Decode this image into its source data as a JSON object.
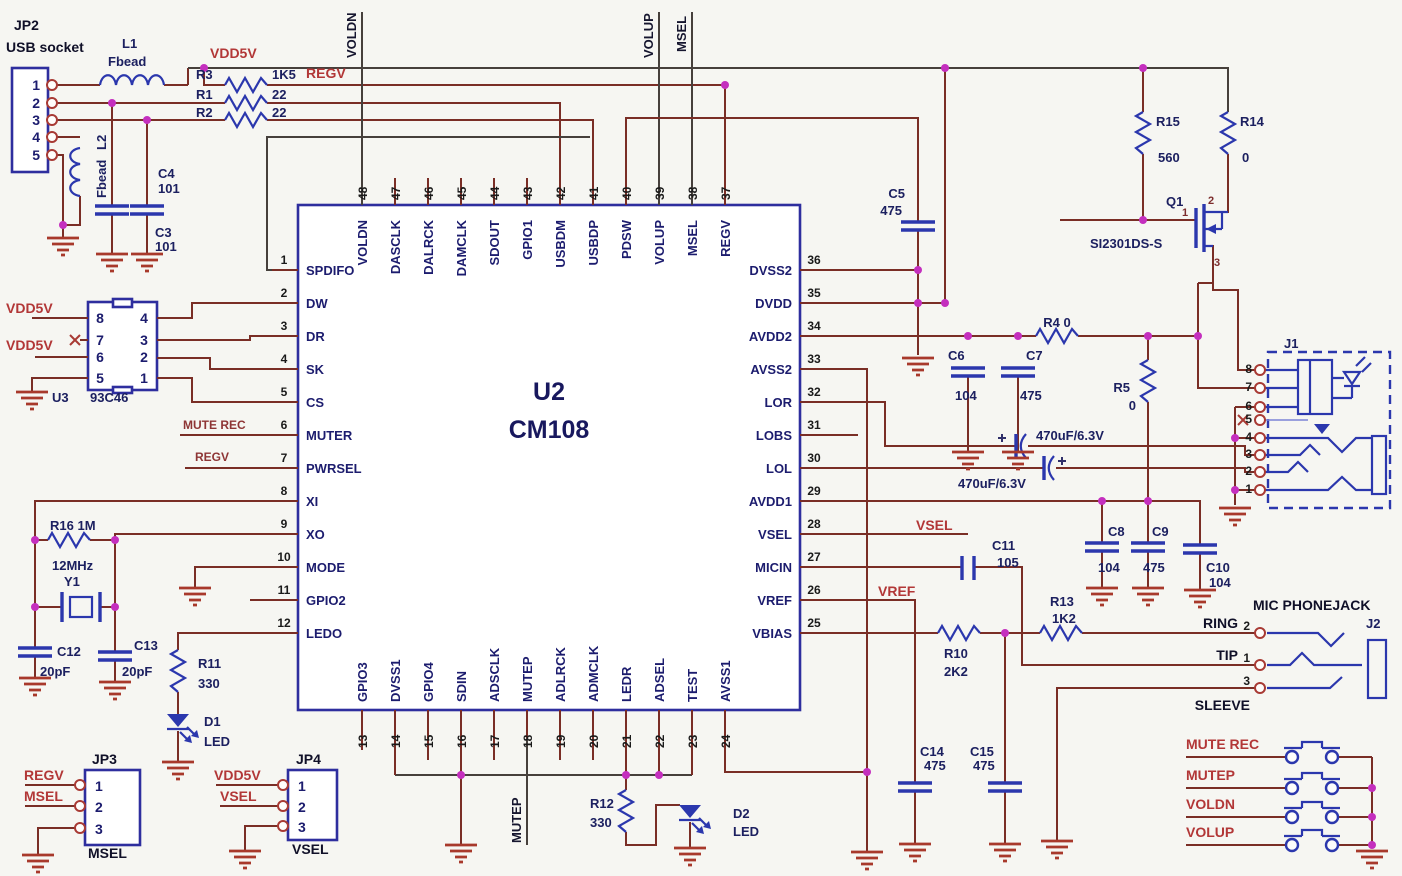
{
  "jp2": {
    "ref": "JP2",
    "name": "USB socket",
    "pins": [
      "1",
      "2",
      "3",
      "4",
      "5"
    ]
  },
  "u2": {
    "ref": "U2",
    "part": "CM108",
    "left": [
      {
        "num": "1",
        "name": "SPDIFO"
      },
      {
        "num": "2",
        "name": "DW"
      },
      {
        "num": "3",
        "name": "DR"
      },
      {
        "num": "4",
        "name": "SK"
      },
      {
        "num": "5",
        "name": "CS"
      },
      {
        "num": "6",
        "name": "MUTER"
      },
      {
        "num": "7",
        "name": "PWRSEL"
      },
      {
        "num": "8",
        "name": "XI"
      },
      {
        "num": "9",
        "name": "XO"
      },
      {
        "num": "10",
        "name": "MODE"
      },
      {
        "num": "11",
        "name": "GPIO2"
      },
      {
        "num": "12",
        "name": "LEDO"
      }
    ],
    "right": [
      {
        "num": "36",
        "name": "DVSS2"
      },
      {
        "num": "35",
        "name": "DVDD"
      },
      {
        "num": "34",
        "name": "AVDD2"
      },
      {
        "num": "33",
        "name": "AVSS2"
      },
      {
        "num": "32",
        "name": "LOR"
      },
      {
        "num": "31",
        "name": "LOBS"
      },
      {
        "num": "30",
        "name": "LOL"
      },
      {
        "num": "29",
        "name": "AVDD1"
      },
      {
        "num": "28",
        "name": "VSEL"
      },
      {
        "num": "27",
        "name": "MICIN"
      },
      {
        "num": "26",
        "name": "VREF"
      },
      {
        "num": "25",
        "name": "VBIAS"
      }
    ],
    "top": [
      {
        "num": "48",
        "name": "VOLDN"
      },
      {
        "num": "47",
        "name": "DASCLK"
      },
      {
        "num": "46",
        "name": "DALRCK"
      },
      {
        "num": "45",
        "name": "DAMCLK"
      },
      {
        "num": "44",
        "name": "SDOUT"
      },
      {
        "num": "43",
        "name": "GPIO1"
      },
      {
        "num": "42",
        "name": "USBDM"
      },
      {
        "num": "41",
        "name": "USBDP"
      },
      {
        "num": "40",
        "name": "PDSW"
      },
      {
        "num": "39",
        "name": "VOLUP"
      },
      {
        "num": "38",
        "name": "MSEL"
      },
      {
        "num": "37",
        "name": "REGV"
      }
    ],
    "bottom": [
      {
        "num": "13",
        "name": "GPIO3"
      },
      {
        "num": "14",
        "name": "DVSS1"
      },
      {
        "num": "15",
        "name": "GPIO4"
      },
      {
        "num": "16",
        "name": "SDIN"
      },
      {
        "num": "17",
        "name": "ADSCLK"
      },
      {
        "num": "18",
        "name": "MUTEP"
      },
      {
        "num": "19",
        "name": "ADLRCK"
      },
      {
        "num": "20",
        "name": "ADMCLK"
      },
      {
        "num": "21",
        "name": "LEDR"
      },
      {
        "num": "22",
        "name": "ADSEL"
      },
      {
        "num": "23",
        "name": "TEST"
      },
      {
        "num": "24",
        "name": "AVSS1"
      }
    ]
  },
  "u3": {
    "ref": "U3",
    "part": "93C46",
    "left": [
      "8",
      "7",
      "6",
      "5"
    ],
    "right": [
      "4",
      "3",
      "2",
      "1"
    ]
  },
  "jp3": {
    "ref": "JP3",
    "pins": [
      "1",
      "2",
      "3"
    ],
    "label": "MSEL"
  },
  "jp4": {
    "ref": "JP4",
    "pins": [
      "1",
      "2",
      "3"
    ],
    "label": "VSEL"
  },
  "j1": {
    "ref": "J1",
    "pins": [
      "8",
      "7",
      "6",
      "5",
      "4",
      "3",
      "2",
      "1"
    ]
  },
  "j2": {
    "ref": "J2",
    "title": "MIC PHONEJACK",
    "rows": [
      {
        "name": "RING",
        "pin": "2"
      },
      {
        "name": "TIP",
        "pin": "1"
      },
      {
        "name": "SLEEVE",
        "pin": "3"
      }
    ]
  },
  "q1": {
    "ref": "Q1",
    "part": "SI2301DS-S",
    "p1": "1",
    "p2": "2",
    "p3": "3"
  },
  "y1": {
    "ref": "Y1",
    "freq": "12MHz"
  },
  "d1": {
    "ref": "D1",
    "type": "LED"
  },
  "d2": {
    "ref": "D2",
    "type": "LED"
  },
  "l1": {
    "ref": "L1",
    "value": "Fbead"
  },
  "l2": {
    "ref": "L2",
    "value": "Fbead"
  },
  "r": {
    "r1": {
      "ref": "R1",
      "value": "22"
    },
    "r2": {
      "ref": "R2",
      "value": "22"
    },
    "r3": {
      "ref": "R3",
      "value": "1K5"
    },
    "r4": {
      "label": "R4 0"
    },
    "r5": {
      "ref": "R5",
      "value": "0"
    },
    "r10": {
      "ref": "R10",
      "value": "2K2"
    },
    "r11": {
      "ref": "R11",
      "value": "330"
    },
    "r12": {
      "ref": "R12",
      "value": "330"
    },
    "r13": {
      "ref": "R13",
      "value": "1K2"
    },
    "r14": {
      "ref": "R14",
      "value": "0"
    },
    "r15": {
      "ref": "R15",
      "value": "560"
    },
    "r16": {
      "label": "R16 1M"
    }
  },
  "c": {
    "c3": {
      "ref": "C3",
      "value": "101"
    },
    "c4": {
      "ref": "C4",
      "value": "101"
    },
    "c5": {
      "ref": "C5",
      "value": "475"
    },
    "c6": {
      "ref": "C6",
      "value": "104"
    },
    "c7": {
      "ref": "C7",
      "value": "475"
    },
    "c8": {
      "ref": "C8",
      "value": "104"
    },
    "c9": {
      "ref": "C9",
      "value": "475"
    },
    "c10": {
      "ref": "C10",
      "value": "104"
    },
    "c11": {
      "ref": "C11",
      "value": "105"
    },
    "c12": {
      "ref": "C12",
      "value": "20pF"
    },
    "c13": {
      "ref": "C13",
      "value": "20pF"
    },
    "c14": {
      "ref": "C14",
      "value": "475"
    },
    "c15": {
      "ref": "C15",
      "value": "475"
    },
    "ce": {
      "value": "470uF/6.3V"
    }
  },
  "nets": {
    "vdd5v": "VDD5V",
    "regv": "REGV",
    "vsel": "VSEL",
    "vref": "VREF",
    "msel": "MSEL",
    "voldn": "VOLDN",
    "volup": "VOLUP",
    "mutep": "MUTEP",
    "mute_rec": "MUTE REC"
  },
  "buttons": [
    "MUTE REC",
    "MUTEP",
    "VOLDN",
    "VOLUP"
  ]
}
